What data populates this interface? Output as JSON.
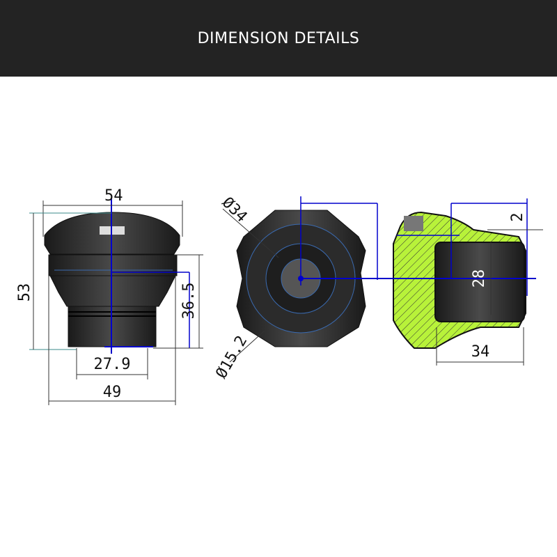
{
  "header": {
    "title": "DIMENSION DETAILS"
  },
  "front_view": {
    "top_width": "54",
    "height": "53",
    "body_height": "36.5",
    "bottom_width": "27.9",
    "body_width": "49"
  },
  "top_view": {
    "outer_diameter": "Ø34",
    "inner_diameter": "Ø15.2"
  },
  "section_view": {
    "bore": "28",
    "length": "34",
    "offset": "2"
  },
  "colors": {
    "header_bg": "#232323",
    "part": "#2b2b2b",
    "section_fill": "#b8f23a",
    "dimension_line": "#0000cc"
  }
}
